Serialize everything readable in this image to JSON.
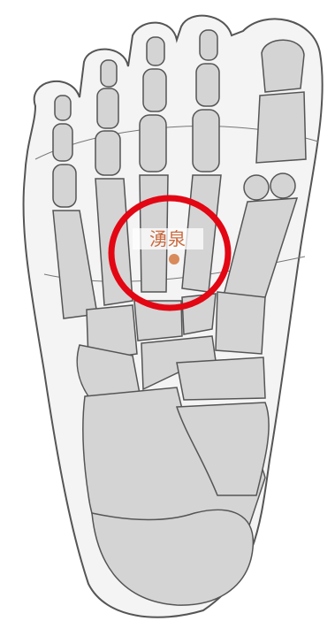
{
  "acupoint": {
    "label": "湧泉",
    "marker_text": "",
    "label_color": "#c96a3f",
    "marker_color": "#d98a5a"
  },
  "highlight": {
    "shape": "circle",
    "color": "#e30613"
  },
  "illustration": {
    "subject": "foot-skeleton-plantar-view",
    "bone_fill": "#d4d4d4",
    "outline_color": "#555555",
    "background": "#ffffff"
  }
}
